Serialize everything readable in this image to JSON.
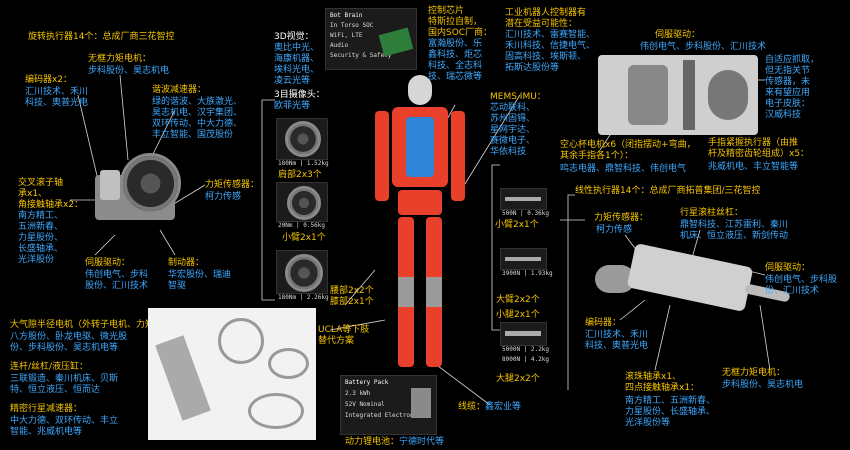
{
  "colors": {
    "background": "#000000",
    "yellow": "#f5c400",
    "blue": "#3ea9ff",
    "leader": "#d9d9d9",
    "robot_red": "#e8402a",
    "robot_blue": "#2f86d8"
  },
  "rotary": {
    "title": "旋转执行器14个：总成厂商三花智控",
    "frameless_motor": {
      "title": "无框力矩电机：",
      "vendors": "步科股份、昊志机电"
    },
    "encoder": {
      "title": "编码器x2：",
      "vendors": [
        "汇川技术、禾川",
        "科技、奥普光电"
      ]
    },
    "harmonic_reducer": {
      "title": "谐波减速器：",
      "vendors": [
        "绿的谐波、大族激光、",
        "昊志机电、汉宇集团、",
        "双环传动、中大力德、",
        "丰立智能、国茂股份"
      ]
    },
    "bearing": {
      "title": [
        "交叉滚子轴",
        "承x1、",
        "角接触轴承x2："
      ],
      "vendors": [
        "南方精工、",
        "五洲新春、",
        "力星股份、",
        "长盛轴承、",
        "光洋股份"
      ]
    },
    "servo": {
      "title": "伺服驱动：",
      "vendors": [
        "伟创电气、步科",
        "股份、汇川技术"
      ]
    },
    "brake": {
      "title": "制动器：",
      "vendors": [
        "华宏股份、瑞迪",
        "智驱"
      ]
    },
    "force_sensor": {
      "title": "力矩传感器：",
      "vendors": "柯力传感"
    }
  },
  "vision": {
    "title": [
      "3D视觉：",
      "奥比中光、",
      "海康机器、",
      "埃科光电、",
      "凌云光等"
    ],
    "camera_title": "3目摄像头：",
    "camera_vendor": "欧菲光等"
  },
  "chip": {
    "title": [
      "控制芯片",
      "特斯拉自制，",
      "国内SOC厂商：",
      "富瀚股份、乐",
      "鑫科技、炬芯",
      "科技、全志科",
      "技、瑞芯微等"
    ],
    "board": [
      "Bot Brain",
      "In Torso SOC",
      "WiFi, LTE",
      "Audio",
      "Security & Safety"
    ]
  },
  "controller": {
    "title": [
      "工业机器人控制器有",
      "潜在受益可能性："
    ],
    "vendors": [
      "汇川技术、雷赛智能、",
      "禾川科技、信捷电气、",
      "固高科技、埃斯顿、",
      "拓斯达股份等"
    ]
  },
  "imu": {
    "title": "MEMS IMU：",
    "vendors": [
      "芯动联科、",
      "苏州固锝、",
      "星网宇达、",
      "赛微电子、",
      "华依科技"
    ]
  },
  "shoulder": {
    "label": "肩部2x3个",
    "specs": [
      "180Nm | 1.52kg"
    ]
  },
  "upper_arm": {
    "label": "小臂2x1个",
    "specs": [
      "20Nm | 0.56kg"
    ]
  },
  "hip": {
    "label": [
      "腰部2x2个",
      "膝部2x1个"
    ],
    "specs": [
      "180Nm | 2.26kg"
    ]
  },
  "forearm": {
    "label": "小臂2x1个",
    "specs": [
      "500N | 0.36kg"
    ]
  },
  "thigh": {
    "label": "大臂2x2个",
    "specs": [
      "3900N | 1.93kg"
    ]
  },
  "calf": {
    "label": "小腿2x1个",
    "specs": [
      "5000N | 2.2kg"
    ]
  },
  "leg_big": {
    "label": "大腿2x2个",
    "specs": [
      "8000N | 4.2kg"
    ]
  },
  "hand": {
    "servo": {
      "title": "伺服驱动：",
      "vendors": "伟创电气、步科股份、汇川技术"
    },
    "skin": [
      "自适应抓取，",
      "但无指关节",
      "传感器，未",
      "来有望应用",
      "电子皮肤：",
      "汉威科技"
    ],
    "hollow_motor": {
      "title": [
        "空心杯电机x6（闭指摆动+弯曲，",
        "其余手指各1个）："
      ],
      "vendors": "鸣志电器、鼎智科技、伟创电气"
    },
    "finger_actuator": {
      "title": [
        "手指紧握执行器（由推",
        "杆及精密齿轮组成）x5："
      ],
      "vendors": "兆威机电、丰立智能等"
    }
  },
  "linear": {
    "title": "线性执行器14个：总成厂商拓普集团/三花智控",
    "force_sensor": {
      "title": "力矩传感器：",
      "vendors": "柯力传感"
    },
    "planetary_screw": {
      "title": "行星滚柱丝杠：",
      "vendors": [
        "鼎智科技、江苏雷利、秦川",
        "机床、恒立液压、新剑传动"
      ]
    },
    "servo": {
      "title": "伺服驱动：",
      "vendors": [
        "伟创电气、步科股",
        "份、汇川技术"
      ]
    },
    "encoder": {
      "title": "编码器：",
      "vendors": [
        "汇川技术、禾川",
        "科技、奥普光电"
      ]
    },
    "bearing": {
      "title": [
        "滚珠轴承x1、",
        "四点接触轴承x1："
      ],
      "vendors": [
        "南方精工、五洲新春、",
        "力星股份、长盛轴承、",
        "光洋股份等"
      ]
    },
    "frameless_motor": {
      "title": "无框力矩电机：",
      "vendors": "步科股份、昊志机电"
    }
  },
  "lower_left": {
    "motor": {
      "title": "大气隙半径电机（外转子电机、力矩电机）：",
      "vendors": [
        "八方股份、卧龙电驱、微光股",
        "份、步科股份、昊志机电等"
      ]
    },
    "screw": {
      "title": "连杆/丝杠/液压缸：",
      "vendors": [
        "三联锻造、秦川机床、贝斯",
        "特、恒立液压、恒而达"
      ]
    },
    "reducer": {
      "title": "精密行星减速器：",
      "vendors": [
        "中大力德、双环传动、丰立",
        "智能、兆威机电等"
      ]
    }
  },
  "ucla": {
    "text": [
      "UCLA等下肢",
      "替代方案"
    ]
  },
  "battery": {
    "panel": [
      "Battery Pack",
      "2.3 kWh",
      "52V Nominal",
      "Integrated Electronics"
    ],
    "title": "动力锂电池：",
    "vendors": "宁德时代等"
  },
  "wiring": {
    "title": "线缆：",
    "vendors": "鑫宏业等"
  }
}
